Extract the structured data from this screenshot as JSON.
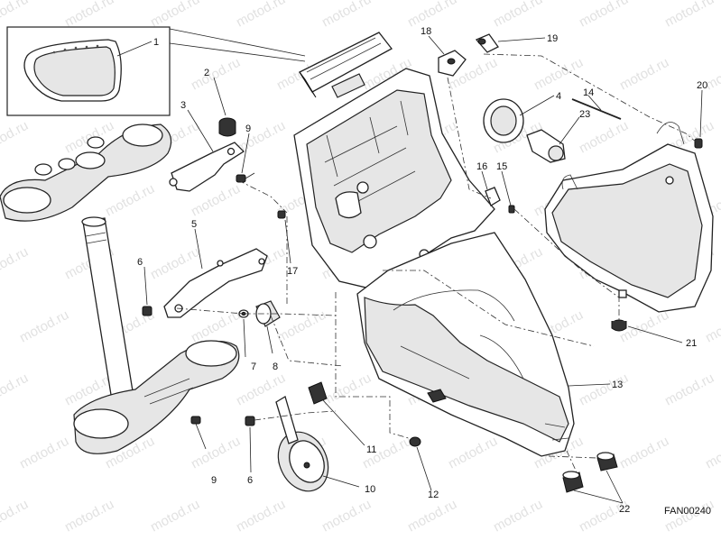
{
  "watermark": "motod.ru",
  "drawing_code": "FAN00240",
  "callouts": [
    "1",
    "2",
    "3",
    "9",
    "5",
    "6",
    "7",
    "8",
    "17",
    "18",
    "19",
    "4",
    "14",
    "23",
    "16",
    "15",
    "20",
    "21",
    "13",
    "11",
    "10",
    "12",
    "6",
    "9",
    "22"
  ]
}
